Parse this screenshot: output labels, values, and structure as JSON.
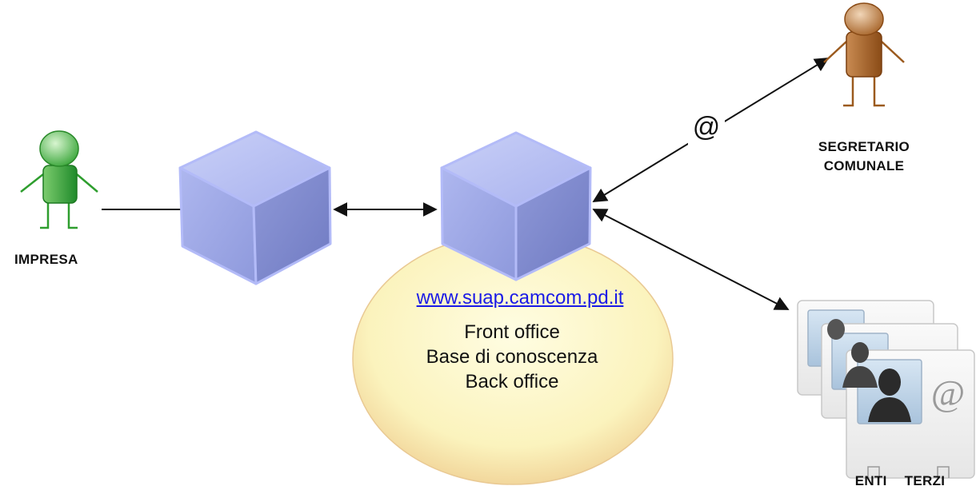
{
  "actors": {
    "impresa": {
      "label": "IMPRESA",
      "color": "#2e9e2e"
    },
    "segretario": {
      "label": "SEGRETARIO\nCOMUNALE",
      "color": "#9b5a1e"
    }
  },
  "hub": {
    "url": "www.suap.camcom.pd.it",
    "lines": [
      "Front office",
      "Base di conoscenza",
      "Back office"
    ],
    "ellipse_color": "#fbf6c2"
  },
  "email_symbol": "@",
  "enti": {
    "label": "ENTI  TERZI",
    "card_symbol": "@"
  },
  "colors": {
    "cube": "#9aa6e8",
    "cube_stroke": "#a8b0f5",
    "arrow": "#111111"
  }
}
